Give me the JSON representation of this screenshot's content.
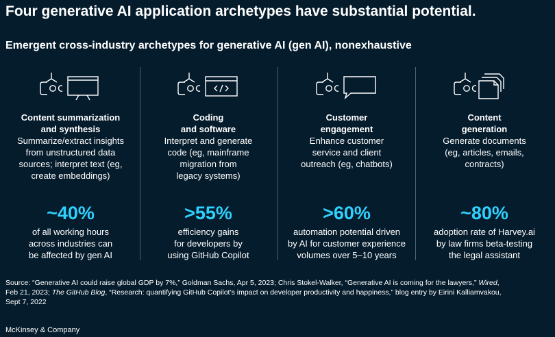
{
  "title": "Four generative AI application archetypes have substantial potential.",
  "subtitle": "Emergent cross-industry archetypes for generative AI (gen AI), nonexhaustive",
  "columns": [
    {
      "icon": "robot-presentation-icon",
      "title_line1": "Content summarization",
      "title_line2": "and synthesis",
      "desc": [
        "Summarize/extract insights",
        "from unstructured data",
        "sources; interpret text (eg,",
        "create embeddings)"
      ],
      "stat": "~40%",
      "stat_desc": [
        "of all working hours",
        "across industries can",
        "be affected by gen AI"
      ]
    },
    {
      "icon": "robot-code-icon",
      "title_line1": "Coding",
      "title_line2": "and software",
      "desc": [
        "Interpret and generate",
        "code (eg, mainframe",
        "migration from",
        "legacy systems)"
      ],
      "stat": ">55%",
      "stat_desc": [
        "efficiency gains",
        "for developers by",
        "using GitHub Copilot"
      ]
    },
    {
      "icon": "robot-chat-icon",
      "title_line1": "Customer",
      "title_line2": "engagement",
      "desc": [
        "Enhance customer",
        "service and client",
        "outreach (eg, chatbots)"
      ],
      "stat": ">60%",
      "stat_desc": [
        "automation potential driven",
        "by AI for customer experience",
        "volumes over 5–10 years"
      ]
    },
    {
      "icon": "robot-documents-icon",
      "title_line1": "Content",
      "title_line2": "generation",
      "desc": [
        "Generate documents",
        "(eg, articles, emails,",
        "contracts)"
      ],
      "stat": "~80%",
      "stat_desc": [
        "adoption rate of Harvey.ai",
        "by law firms beta-testing",
        "the legal assistant"
      ]
    }
  ],
  "source": {
    "line1": "Source: “Generative AI could raise global GDP by 7%,” Goldman Sachs, Apr 5, 2023; Chris Stokel-Walker, “Generative AI is coming for the lawyers,”",
    "wired": "Wired",
    "line1_end": ",",
    "line2_start": "Feb 21, 2023;",
    "blog": "The GitHub Blog",
    "line2_rest": ", “Research: quantifying GitHub Copilot’s impact on developer productivity and happiness,” blog entry by Eirini Kalliamvakou,",
    "line3": "Sept 7, 2022"
  },
  "brand": "McKinsey & Company",
  "colors": {
    "background": "#051c2c",
    "accent": "#2fd1ff",
    "divider": "#4f6475"
  }
}
